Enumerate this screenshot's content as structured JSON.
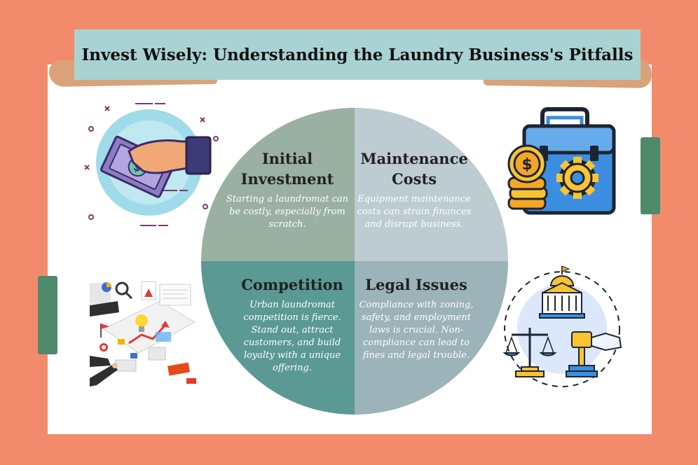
{
  "title": "Invest Wisely: Understanding the Laundry Business's Pitfalls",
  "quadrants": [
    {
      "heading": "Initial Investment",
      "body": "Starting a laundromat can be costly, especially from scratch.",
      "color": "#9ab0a2"
    },
    {
      "heading": "Maintenance Costs",
      "body": "Equipment maintenance costs can strain finances and disrupt business.",
      "color": "#bcccd1"
    },
    {
      "heading": "Competition",
      "body": "Urban laundromat competition is fierce. Stand out, attract customers, and build loyalty with a unique offering.",
      "color": "#5a9994"
    },
    {
      "heading": "Legal Issues",
      "body": "Compliance with zoning, safety, and employment laws is crucial. Non-compliance can lead to fines and legal trouble.",
      "color": "#9bb3b9"
    }
  ],
  "icons": {
    "top_left": "money-hand-icon",
    "top_right": "briefcase-coins-gear-icon",
    "bottom_left": "business-strategy-icon",
    "bottom_right": "courthouse-justice-icon"
  },
  "colors": {
    "background": "#f28b6b",
    "paper": "#ffffff",
    "banner": "#a9d3d2",
    "tape": "#d9a27a",
    "tab": "#4f8a6a"
  }
}
